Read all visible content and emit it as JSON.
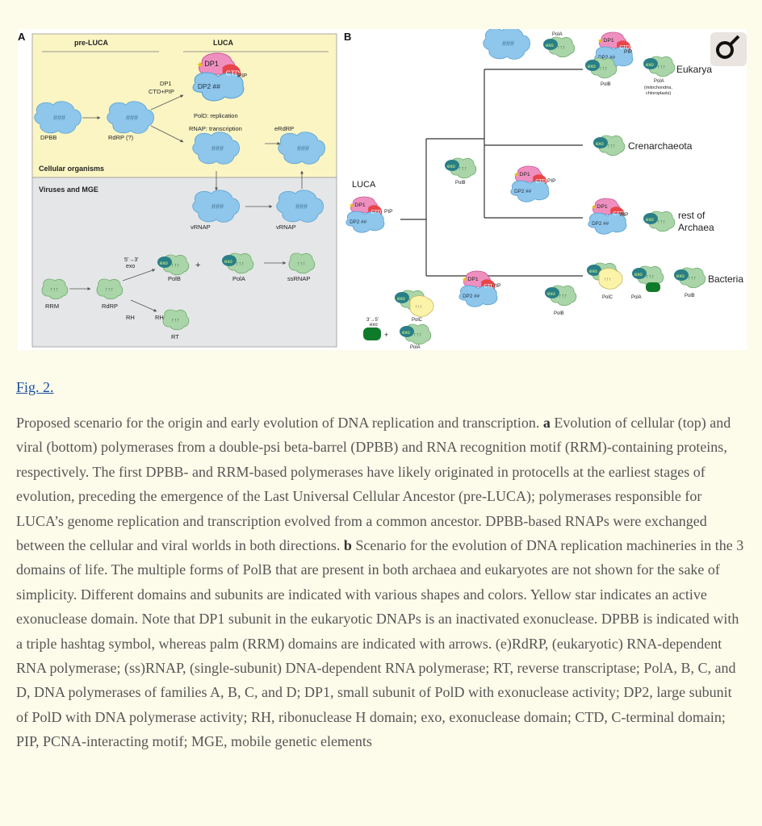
{
  "figure": {
    "panel_a": {
      "letter": "A",
      "pre_luca": "pre-LUCA",
      "luca": "LUCA",
      "cellular": "Cellular organisms",
      "viruses": "Viruses and MGE",
      "dpbb": "DPBB",
      "rdrp_q": "RdRP (?)",
      "dp1_arrow": "DP1",
      "ctd_pip_arrow": "CTD+PIP",
      "dp1": "DP1",
      "ctd": "CTD",
      "pip": "PIP",
      "dp2": "DP2",
      "pold_replication": "PolD: replication",
      "rnap_transcription": "RNAP: transcription",
      "erdrp": "eRdRP",
      "vrnap1": "vRNAP",
      "vrnap2": "vRNAP",
      "rrm": "RRM",
      "rdrp": "RdRP",
      "exo_note1": "5'→3'",
      "exo_note2": "exo",
      "exo": "exo",
      "polb": "PolB",
      "plus": "+",
      "pola": "PolA",
      "ssrnap": "ssRNAP",
      "rh": "RH",
      "rt": "RT"
    },
    "panel_b": {
      "letter": "B",
      "luca": "LUCA",
      "eukarya": "Eukarya",
      "crenarchaeota": "Crenarchaeota",
      "rest_of": "rest of",
      "archaea": "Archaea",
      "bacteria": "Bacteria",
      "dp1": "DP1",
      "ctd": "CTD",
      "pip": "PIP",
      "dp2": "DP2",
      "exo": "exo",
      "polb": "PolB",
      "pola": "PolA",
      "polc": "PolC",
      "pola_mito1": "(mitochondria,",
      "pola_mito2": "chloroplasts)",
      "exo35_1": "3'→5'",
      "exo35_2": "exo",
      "plus": "+"
    }
  },
  "fig_link": "Fig. 2.",
  "caption": {
    "intro": "Proposed scenario for the origin and early evolution of DNA replication and transcription.",
    "a_label": "a",
    "a_text": "Evolution of cellular (top) and viral (bottom) polymerases from a double-psi beta-barrel (DPBB) and RNA recognition motif (RRM)-containing proteins, respectively. The first DPBB- and RRM-based polymerases have likely originated in protocells at the earliest stages of evolution, preceding the emergence of the Last Universal Cellular Ancestor (pre-LUCA); polymerases responsible for LUCA’s genome replication and transcription evolved from a common ancestor. DPBB-based RNAPs were exchanged between the cellular and viral worlds in both directions.",
    "b_label": "b",
    "b_text": "Scenario for the evolution of DNA replication machineries in the 3 domains of life. The multiple forms of PolB that are present in both archaea and eukaryotes are not shown for the sake of simplicity. Different domains and subunits are indicated with various shapes and colors. Yellow star indicates an active exonuclease domain. Note that DP1 subunit in the eukaryotic DNAPs is an inactivated exonuclease. DPBB is indicated with a triple hashtag symbol, whereas palm (RRM) domains are indicated with arrows. (e)RdRP, (eukaryotic) RNA-dependent RNA polymerase; (ss)RNAP, (single-subunit) DNA-dependent RNA polymerase; RT, reverse transcriptase; PolA, B, C, and D, DNA polymerases of families A, B, C, and D; DP1, small subunit of PolD with exonuclease activity; DP2, large subunit of PolD with DNA polymerase activity; RH, ribonuclease H domain; exo, exonuclease domain; CTD, C-terminal domain; PIP, PCNA-interacting motif; MGE, mobile genetic elements"
  },
  "colors": {
    "blue": "#8ec6ec",
    "green": "#a9d5a8",
    "teal": "#2a7f86",
    "pink": "#ef8fc0",
    "red": "#e8454a",
    "yellow_panel": "#fbf5c4",
    "gray_panel": "#e4e6e7",
    "dark_green": "#0f7a2a",
    "pale_yellow": "#fbf3a8"
  },
  "icons": {
    "publisher_logo": "pen-nib-logo-icon"
  }
}
